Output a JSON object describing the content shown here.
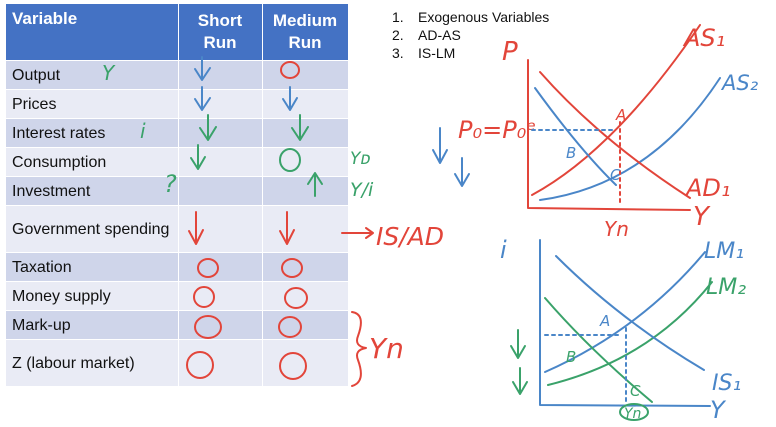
{
  "table": {
    "headers": {
      "variable": "Variable",
      "short_run": [
        "Short",
        "Run"
      ],
      "medium_run": [
        "Medium",
        "Run"
      ]
    },
    "rows": [
      {
        "variable": "Output"
      },
      {
        "variable": "Prices"
      },
      {
        "variable": "Interest rates"
      },
      {
        "variable": "Consumption"
      },
      {
        "variable": "Investment"
      },
      {
        "variable": "Government spending"
      },
      {
        "variable": "Taxation"
      },
      {
        "variable": "Money supply"
      },
      {
        "variable": "Mark-up"
      },
      {
        "variable": "Z (labour market)"
      }
    ]
  },
  "notes": [
    {
      "num": "1.",
      "text": "Exogenous Variables"
    },
    {
      "num": "2.",
      "text": "AD-AS"
    },
    {
      "num": "3.",
      "text": "IS-LM"
    }
  ],
  "colors": {
    "header_bg": "#4472c4",
    "row_odd": "#cfd5ea",
    "row_even": "#e9ebf5",
    "ink_blue": "#4a86c8",
    "ink_green": "#3aa26a",
    "ink_red": "#e2453a"
  },
  "handwriting": {
    "output_mark": "Y",
    "interest_mark": "i",
    "question_mark": "?",
    "yd_label": "Yᴅ",
    "yi_label": "Y/i",
    "is_ad_label": "IS/AD",
    "yn_bracket_label": "Yn",
    "price_eq": "P₀=P₀ᵉ",
    "p_axis": "P",
    "i_axis": "i",
    "as1": "AS₁",
    "as2": "AS₂",
    "ad1": "AD₁",
    "y_axis_top": "Y",
    "yn_top": "Yn",
    "lm1": "LM₁",
    "lm2": "LM₂",
    "is1": "IS₁",
    "y_axis_bottom": "Y",
    "yn_bottom": "Yn",
    "pt_a": "A",
    "pt_b": "B",
    "pt_c": "C"
  }
}
